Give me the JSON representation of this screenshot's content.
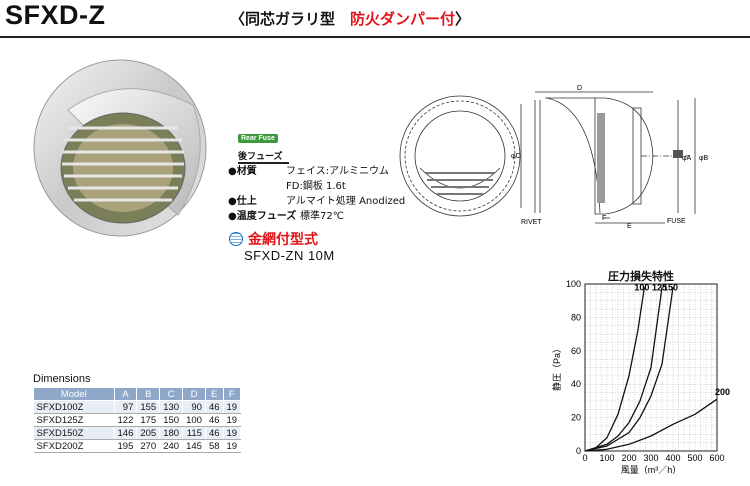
{
  "header": {
    "model": "SFXD-Z",
    "subtitle_prefix": "〈同芯ガラリ型　",
    "subtitle_red": "防火ダンパー付",
    "subtitle_suffix": "〉"
  },
  "badge": {
    "line1": "Rear Fuse",
    "line2": "後フューズ"
  },
  "specs": [
    {
      "label": "●材質",
      "value": "フェイス:アルミニウム"
    },
    {
      "label": "",
      "value": "FD:鋼板 1.6t"
    },
    {
      "label": "●仕上",
      "value": "アルマイト処理 Anodized"
    },
    {
      "label": "●温度フューズ",
      "value": "標準72℃"
    }
  ],
  "option": {
    "title": "金網付型式",
    "part_no": "SFXD-ZN 10M"
  },
  "drawing": {
    "labels": {
      "D": "D",
      "C": "φC",
      "A": "φA",
      "B": "φB",
      "F": "F",
      "E": "E",
      "rivet": "RIVET",
      "fuse": "FUSE"
    }
  },
  "dimensions": {
    "title": "Dimensions",
    "headers": [
      "Model",
      "A",
      "B",
      "C",
      "D",
      "E",
      "F"
    ],
    "rows": [
      [
        "SFXD100Z",
        "97",
        "155",
        "130",
        "90",
        "46",
        "19"
      ],
      [
        "SFXD125Z",
        "122",
        "175",
        "150",
        "100",
        "46",
        "19"
      ],
      [
        "SFXD150Z",
        "146",
        "205",
        "180",
        "115",
        "46",
        "19"
      ],
      [
        "SFXD200Z",
        "195",
        "270",
        "240",
        "145",
        "58",
        "19"
      ]
    ]
  },
  "chart_data": {
    "type": "line",
    "title": "圧力損失特性",
    "xlabel": "風量（m³／h）",
    "ylabel": "静圧（Pa）",
    "xlim": [
      0,
      600
    ],
    "ylim": [
      0,
      100
    ],
    "xticks": [
      0,
      100,
      200,
      300,
      400,
      500,
      600
    ],
    "yticks": [
      0,
      20,
      40,
      60,
      80,
      100
    ],
    "grid": true,
    "series": [
      {
        "name": "100",
        "x": [
          0,
          50,
          100,
          150,
          200,
          240,
          270
        ],
        "y": [
          0,
          2,
          8,
          22,
          45,
          72,
          98
        ]
      },
      {
        "name": "125",
        "x": [
          0,
          100,
          150,
          200,
          250,
          300,
          350
        ],
        "y": [
          0,
          4,
          9,
          17,
          30,
          50,
          98
        ]
      },
      {
        "name": "150",
        "x": [
          0,
          100,
          200,
          250,
          300,
          350,
          400
        ],
        "y": [
          0,
          3,
          11,
          20,
          33,
          52,
          98
        ]
      },
      {
        "name": "200",
        "x": [
          0,
          100,
          200,
          300,
          400,
          500,
          600
        ],
        "y": [
          0,
          1,
          4,
          9,
          16,
          22,
          31
        ]
      }
    ],
    "series_labels": [
      "100",
      "125",
      "150",
      "200"
    ]
  }
}
